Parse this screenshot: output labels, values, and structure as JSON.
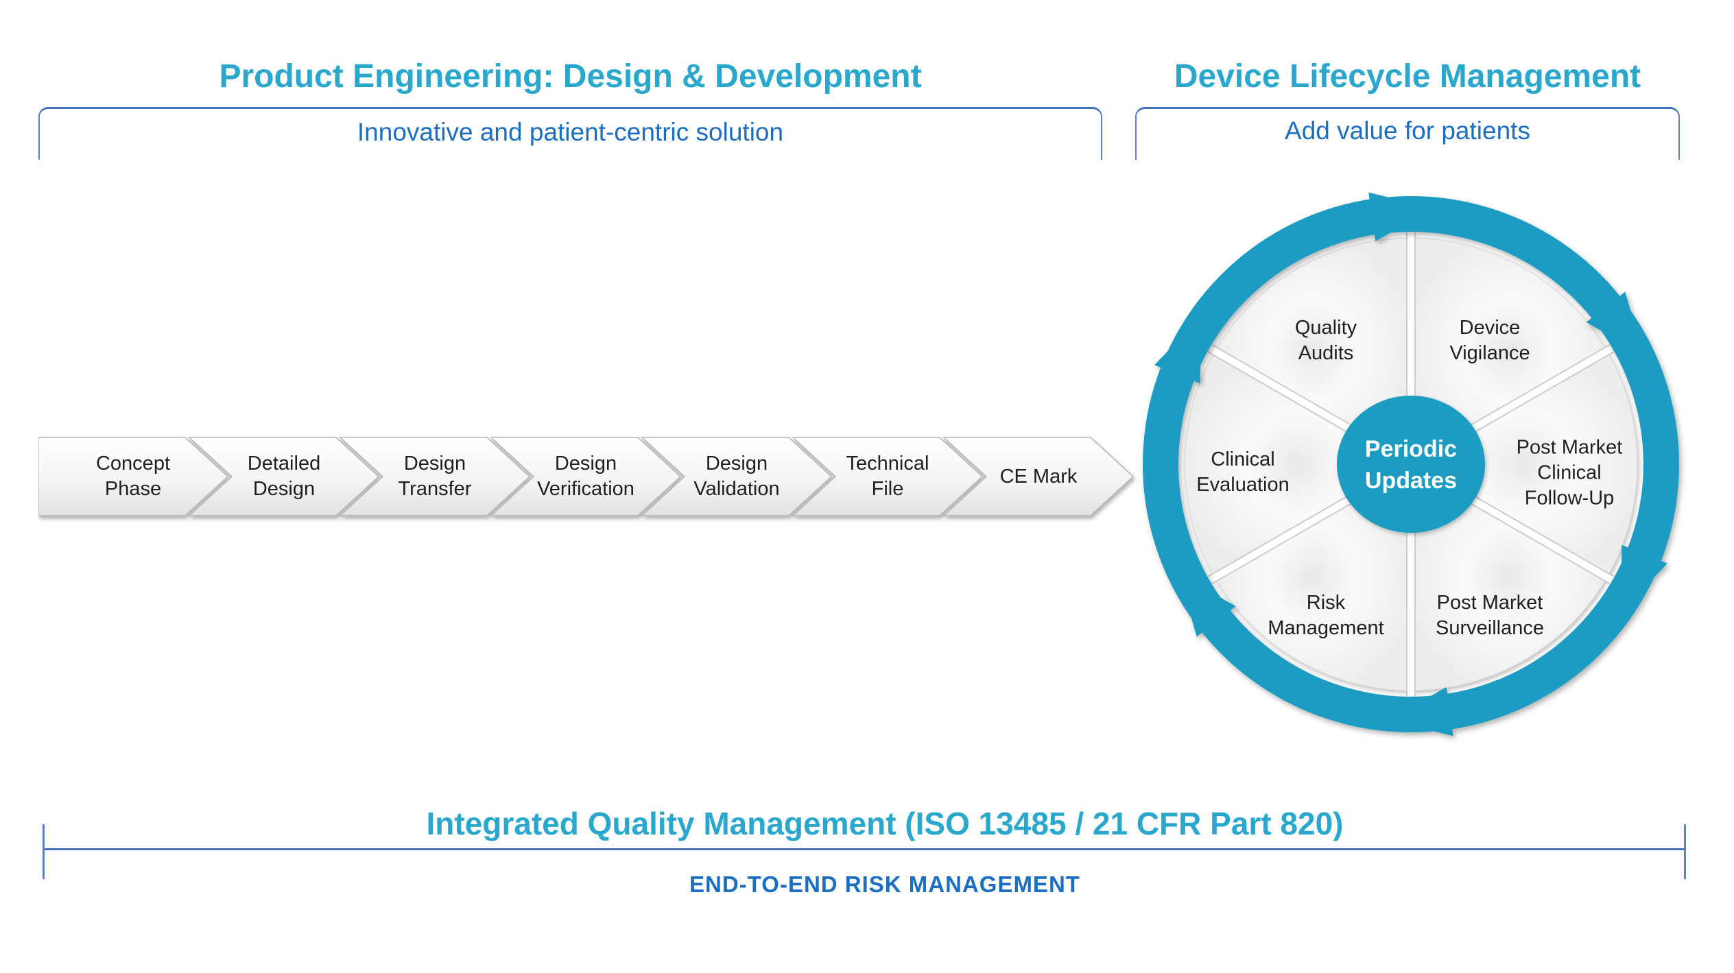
{
  "left_section": {
    "title": "Product Engineering: Design & Development",
    "subtitle": "Innovative and patient-centric solution"
  },
  "right_section": {
    "title": "Device Lifecycle Management",
    "subtitle": "Add value for patients"
  },
  "process_flow": {
    "steps": [
      {
        "line1": "Concept",
        "line2": "Phase"
      },
      {
        "line1": "Detailed",
        "line2": "Design"
      },
      {
        "line1": "Design",
        "line2": "Transfer"
      },
      {
        "line1": "Design",
        "line2": "Verification"
      },
      {
        "line1": "Design",
        "line2": "Validation"
      },
      {
        "line1": "Technical",
        "line2": "File"
      },
      {
        "line1": "CE Mark",
        "line2": ""
      }
    ]
  },
  "lifecycle": {
    "center": {
      "line1": "Periodic",
      "line2": "Updates"
    },
    "segments": [
      {
        "name": "quality-audits",
        "lines": [
          "Quality",
          "Audits",
          ""
        ]
      },
      {
        "name": "device-vigilance",
        "lines": [
          "Device",
          "Vigilance",
          ""
        ]
      },
      {
        "name": "post-market-clinical-follow-up",
        "lines": [
          "Post Market",
          "Clinical",
          "Follow-Up"
        ]
      },
      {
        "name": "post-market-surveillance",
        "lines": [
          "Post Market",
          "Surveillance",
          ""
        ]
      },
      {
        "name": "risk-management",
        "lines": [
          "Risk",
          "Management",
          ""
        ]
      },
      {
        "name": "clinical-evaluation",
        "lines": [
          "Clinical",
          "Evaluation",
          ""
        ]
      }
    ]
  },
  "footer": {
    "title": "Integrated Quality Management (ISO 13485 / 21 CFR Part 820)",
    "subtitle": "END-TO-END RISK MANAGEMENT"
  },
  "colors": {
    "teal_heading": "#2AA7CD",
    "blue_text": "#1B6EC2",
    "bracket_blue": "#4472C4",
    "cycle_teal": "#1D9CC2",
    "step_text": "#1F1F1F"
  }
}
